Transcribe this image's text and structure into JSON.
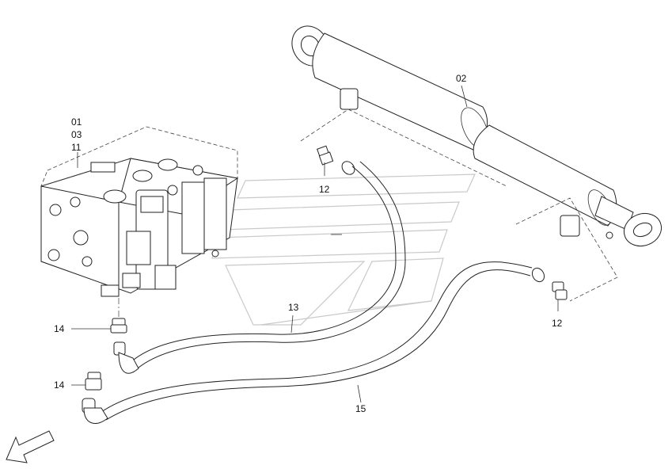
{
  "callouts": {
    "c01": "01",
    "c03": "03",
    "c11": "11",
    "c02": "02",
    "c12a": "12",
    "c12b": "12",
    "c13": "13",
    "c14a": "14",
    "c14b": "14",
    "c15": "15"
  },
  "colors": {
    "line": "#222222",
    "watermark": "#c9c9c9",
    "background": "#ffffff"
  },
  "icons": {
    "direction": "arrow-down-left-icon"
  }
}
